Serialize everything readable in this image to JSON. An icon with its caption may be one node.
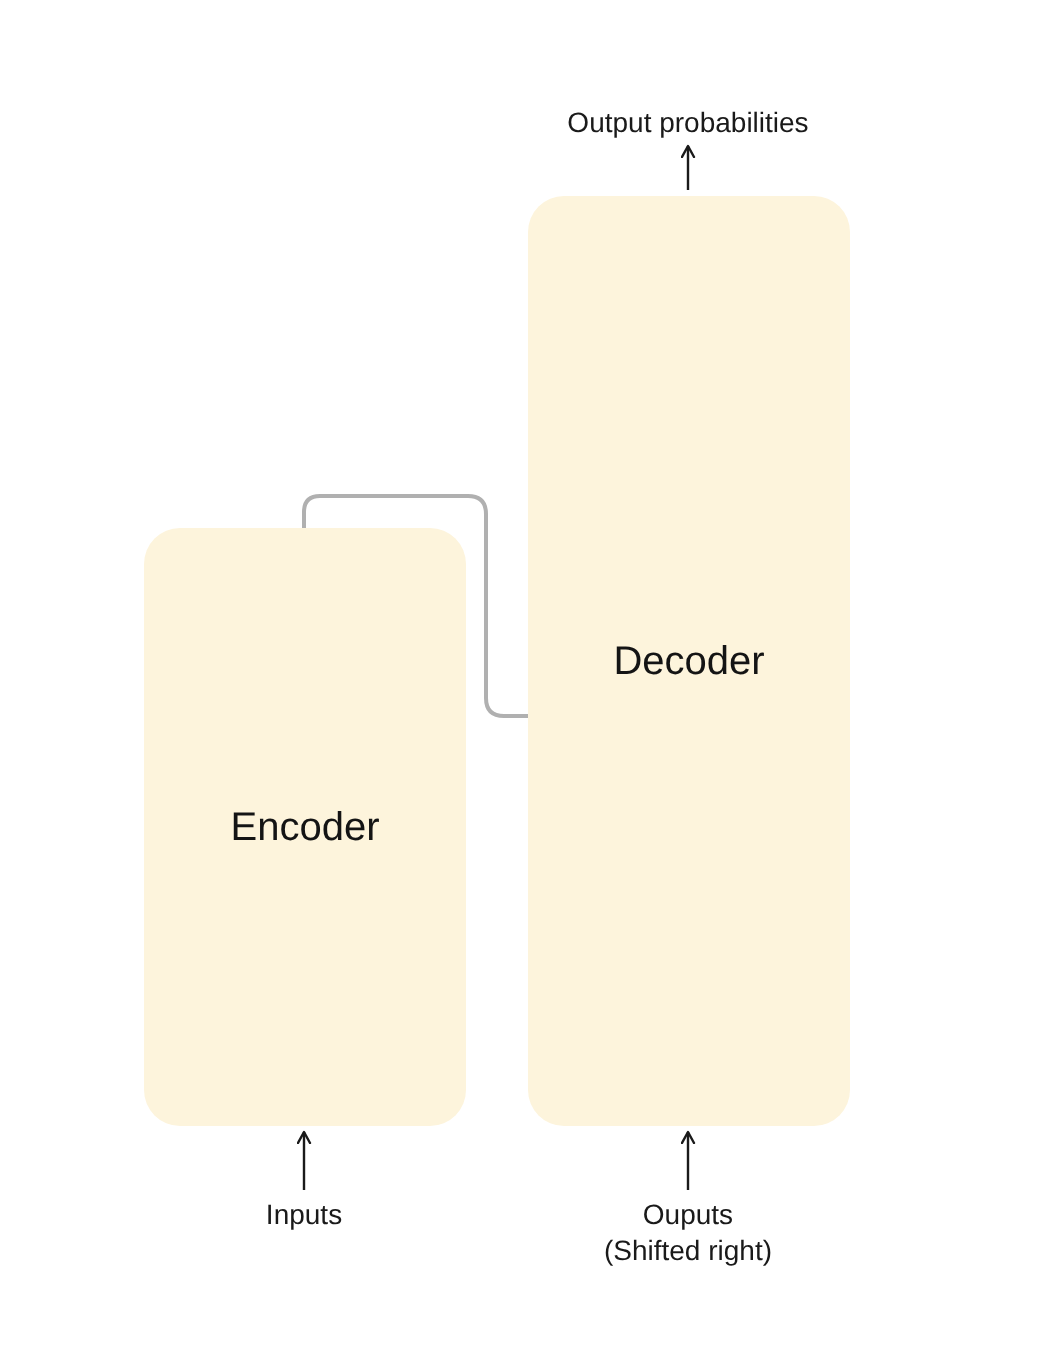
{
  "diagram": {
    "nodes": [
      {
        "text": [
          "Output probabilities"
        ]
      },
      {
        "text": [
          "Encoder"
        ]
      },
      {
        "text": [
          "Decoder"
        ]
      },
      {
        "text": [
          "Inputs"
        ]
      },
      {
        "text": [
          "Ouputs (Shifted right)"
        ]
      }
    ],
    "edges": [
      {
        "from": 3,
        "to": 1,
        "arrow": "to"
      },
      {
        "from": 4,
        "to": 2,
        "arrow": "to"
      },
      {
        "from": 2,
        "to": 0,
        "arrow": "to"
      },
      {
        "from": 1,
        "to": 2,
        "arrow": "none",
        "color": "#b0b0b0"
      }
    ]
  }
}
